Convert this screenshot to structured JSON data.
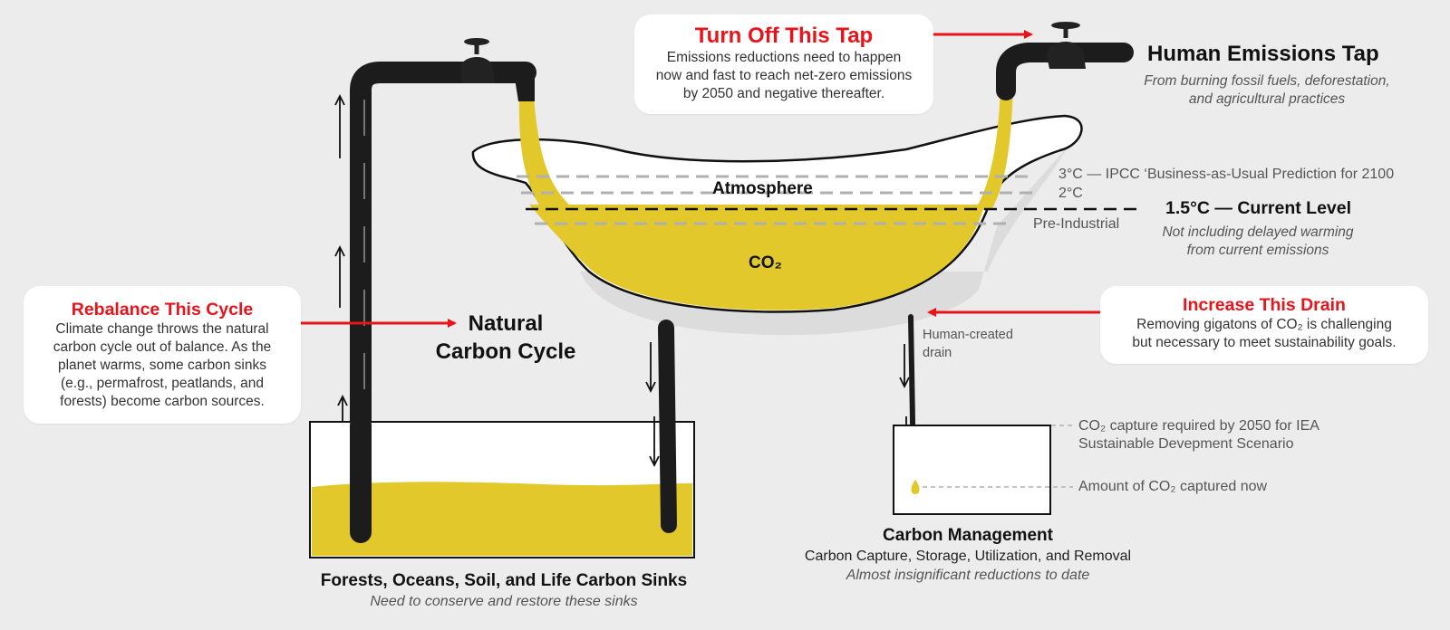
{
  "colors": {
    "background": "#ececec",
    "co2_fill": "#e2c82a",
    "accent_red": "#e8141b",
    "pipe": "#1c1c1c",
    "dashed_line": "#b0b0b0"
  },
  "icons": [
    "tap-icon",
    "drop-icon"
  ],
  "turn_off_tap": {
    "heading": "Turn Off This Tap",
    "body": [
      "Emissions reductions need to happen",
      "now and fast to reach net-zero emissions",
      "by 2050 and negative thereafter."
    ]
  },
  "human_tap": {
    "title": "Human Emissions Tap",
    "subtitle": [
      "From burning fossil fuels, deforestation,",
      "and agricultural practices"
    ]
  },
  "tub": {
    "atmosphere": "Atmosphere",
    "co2": "CO₂"
  },
  "levels": {
    "three": "3°C — IPCC ‘Business-as-Usual Prediction for 2100",
    "two": "2°C",
    "current": "1.5°C — Current Level",
    "pre": "Pre-Industrial",
    "note": [
      "Not including delayed warming",
      "from current emissions"
    ]
  },
  "rebalance": {
    "heading": "Rebalance This Cycle",
    "body": [
      "Climate change throws the natural",
      "carbon cycle out of balance. As the",
      "planet warms, some carbon sinks",
      "(e.g., permafrost, peatlands, and",
      "forests) become carbon sources."
    ]
  },
  "natural_cycle": [
    "Natural",
    "Carbon Cycle"
  ],
  "increase_drain": {
    "heading": "Increase This Drain",
    "body": [
      "Removing gigatons of CO₂ is challenging",
      "but necessary to meet sustainability goals."
    ]
  },
  "drain_label": [
    "Human-created",
    "drain"
  ],
  "capture": {
    "required": [
      "CO₂ capture required by 2050 for IEA",
      "Sustainable Devepment Scenario"
    ],
    "now": "Amount of CO₂ captured now"
  },
  "carbon_management": {
    "title": "Carbon Management",
    "subtitle": "Carbon Capture, Storage, Utilization, and Removal",
    "note": "Almost insignificant reductions to date"
  },
  "sinks": {
    "title": "Forests, Oceans, Soil, and Life Carbon Sinks",
    "note": "Need to conserve and restore these sinks"
  }
}
